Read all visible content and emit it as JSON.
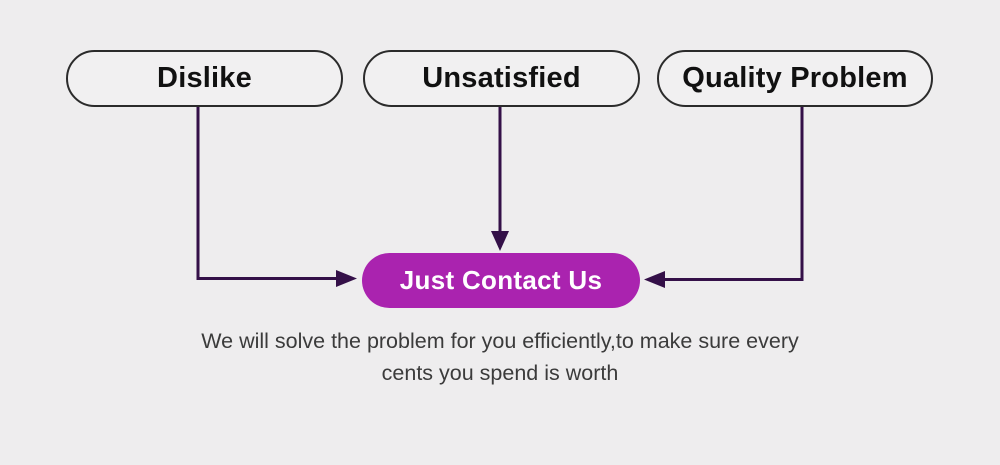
{
  "colors": {
    "background": "#eeedee",
    "accent": "#aa23af",
    "arrow": "#341048",
    "node_border": "#2b2b2b",
    "node_fill": "#f1f0f1",
    "text": "#111111",
    "subtitle_text": "#3b3b3b",
    "cta_text": "#ffffff"
  },
  "nodes": [
    {
      "id": "dislike",
      "label": "Dislike"
    },
    {
      "id": "unsatisfied",
      "label": "Unsatisfied"
    },
    {
      "id": "quality-problem",
      "label": "Quality Problem"
    }
  ],
  "cta": {
    "label": "Just Contact Us"
  },
  "subtitle": {
    "line1": "We will solve the problem for you efficiently,to make sure every",
    "line2": "cents you spend is worth"
  },
  "connectors": [
    {
      "from": "dislike",
      "to": "just-contact-us",
      "arrow_direction": "right"
    },
    {
      "from": "unsatisfied",
      "to": "just-contact-us",
      "arrow_direction": "down"
    },
    {
      "from": "quality-problem",
      "to": "just-contact-us",
      "arrow_direction": "left"
    }
  ]
}
